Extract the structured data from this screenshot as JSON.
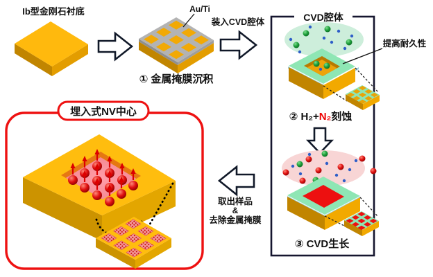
{
  "labels": {
    "substrate": "Ib型金刚石衬底",
    "mask_material": "Au/Ti",
    "step1": "① 金属掩膜沉积",
    "load_cvd": "装入CVD腔体",
    "chamber": "CVD腔体",
    "durability_note": "提高耐久性",
    "step2_prefix": "② H₂+",
    "step2_red": "N₂",
    "step2_suffix": "刻蚀",
    "step3": "③ CVD生长",
    "takeout_line1": "取出样品",
    "takeout_line2": "&",
    "takeout_line3": "去除金属掩膜",
    "result_title": "埋入式NV中心"
  },
  "colors": {
    "gold_top": "#FFB90D",
    "gold_left": "#C18500",
    "gold_right": "#E39D00",
    "mask_gray": "#B3B3B3",
    "green_top": "#8EE6B4",
    "edge_blue": "#9ED2E4",
    "mint_cloud": "#CDEEDB",
    "pink_cloud": "#F8D5D5",
    "accent_red": "#EE1111",
    "ball_green": "#1D9E3A",
    "dot_blue": "#2E5EC8",
    "pit_orange": "#E67712",
    "pit_pink": "#F4888E",
    "border_dark": "#15152E"
  }
}
